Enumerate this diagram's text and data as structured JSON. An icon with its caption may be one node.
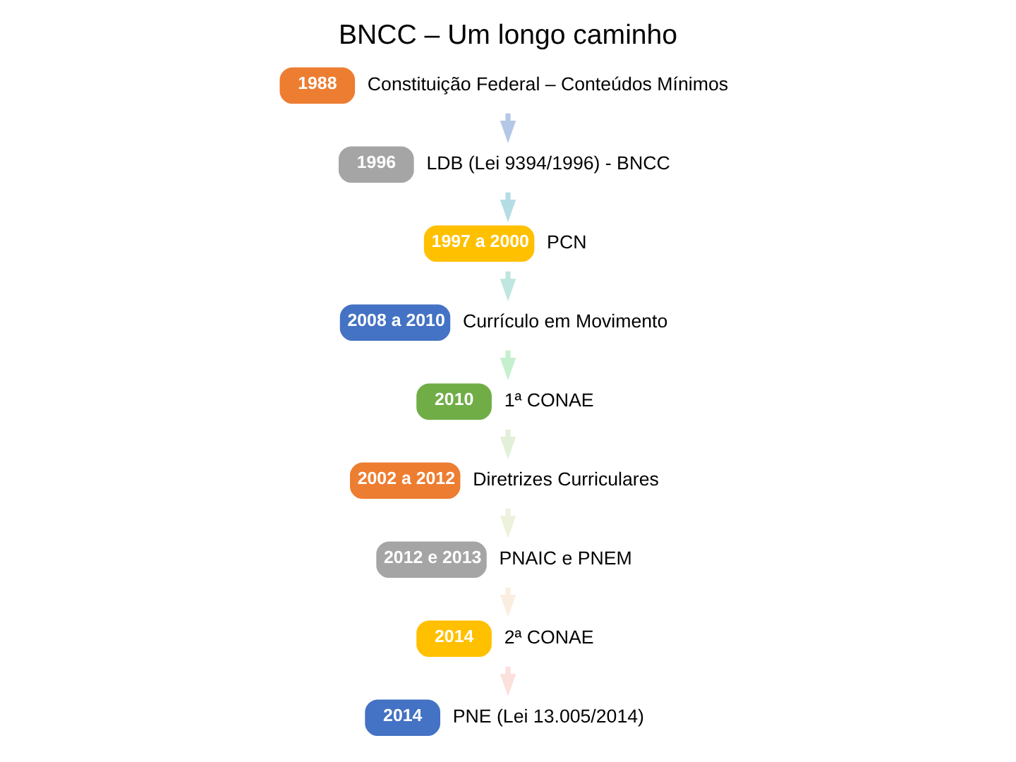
{
  "diagram": {
    "title": "BNCC – Um longo caminho",
    "nodes": [
      {
        "text": [
          "1988"
        ],
        "beside": [
          "Constituição Federal – Conteúdos Mínimos"
        ]
      },
      {
        "text": [
          "1996"
        ],
        "beside": [
          "LDB (Lei 9394/1996) - BNCC"
        ]
      },
      {
        "text": [
          "1997 a 2000"
        ],
        "beside": [
          "PCN"
        ]
      },
      {
        "text": [
          "2008 a 2010"
        ],
        "beside": [
          "Currículo em Movimento"
        ]
      },
      {
        "text": [
          "2010"
        ],
        "beside": [
          "1ª CONAE"
        ]
      },
      {
        "text": [
          "2002 a 2012"
        ],
        "beside": [
          "Diretrizes Curriculares"
        ]
      },
      {
        "text": [
          "2012 e 2013"
        ],
        "beside": [
          "PNAIC e PNEM"
        ]
      },
      {
        "text": [
          "2014"
        ],
        "beside": [
          "2ª CONAE"
        ]
      },
      {
        "text": [
          "2014"
        ],
        "beside": [
          "PNE (Lei 13.005/2014)"
        ]
      }
    ],
    "edges": [
      {
        "from": 0,
        "to": 1,
        "arrow": "to",
        "color": "#b4c7e7"
      },
      {
        "from": 1,
        "to": 2,
        "arrow": "to",
        "color": "#b4dde6"
      },
      {
        "from": 2,
        "to": 3,
        "arrow": "to",
        "color": "#bfe6e0"
      },
      {
        "from": 3,
        "to": 4,
        "arrow": "to",
        "color": "#c6efce"
      },
      {
        "from": 4,
        "to": 5,
        "arrow": "to",
        "color": "#e2efd9"
      },
      {
        "from": 5,
        "to": 6,
        "arrow": "to",
        "color": "#edf2dc"
      },
      {
        "from": 6,
        "to": 7,
        "arrow": "to",
        "color": "#fbeee0"
      },
      {
        "from": 7,
        "to": 8,
        "arrow": "to",
        "color": "#fbe0dc"
      }
    ]
  }
}
